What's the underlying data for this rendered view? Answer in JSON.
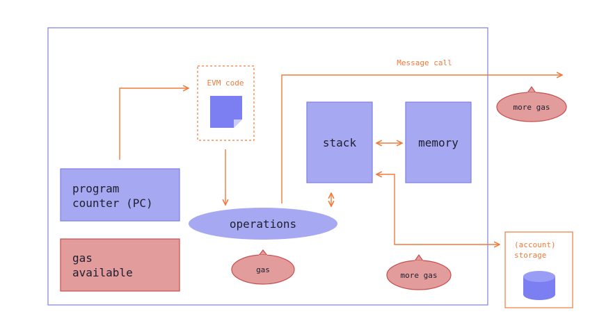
{
  "labels": {
    "evm_code": "EVM code",
    "message_call": "Message call",
    "program_counter_line1": "program",
    "program_counter_line2": "counter (PC)",
    "gas_available_line1": "gas",
    "gas_available_line2": "available",
    "operations": "operations",
    "stack": "stack",
    "memory": "memory",
    "gas_bubble_ops": "gas",
    "gas_bubble_stack": "more gas",
    "gas_bubble_call": "more gas",
    "storage_line1": "(account)",
    "storage_line2": "storage"
  },
  "colors": {
    "frame": "#7b7fe0",
    "block_fill": "#a6a9f2",
    "block_stroke": "#7b7fe0",
    "icon_blue": "#7b7ff2",
    "gas_fill": "#e29c9c",
    "gas_stroke": "#c94d4d",
    "accent_orange": "#f07a3a"
  }
}
